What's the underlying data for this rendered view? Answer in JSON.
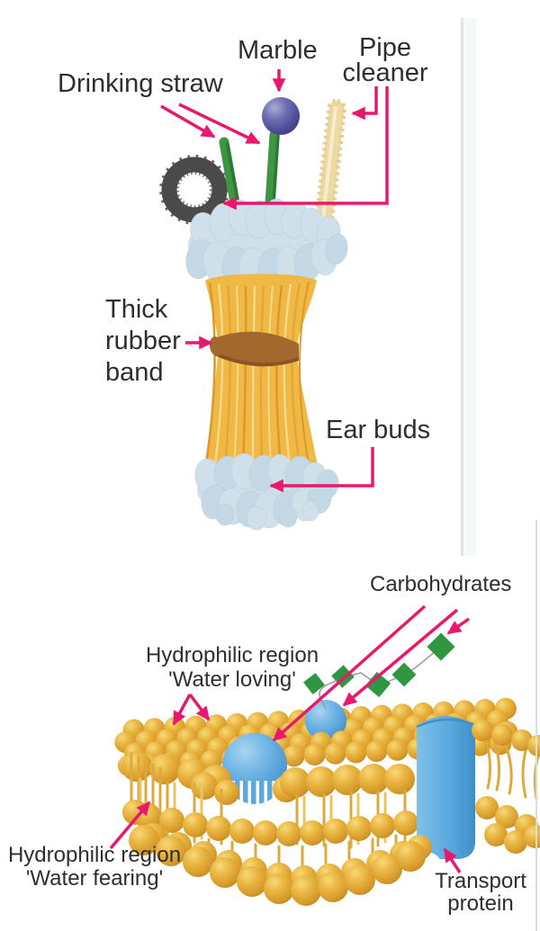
{
  "colors": {
    "accent_pink": "#e8186d",
    "label_text": "#2e2e2e",
    "divider": "#dbe6df",
    "straw_green": "#3f9642",
    "marble_blue": "#55519e",
    "pipe_cleaner_beige": "#ecd9a4",
    "ring_gray": "#4a4a4a",
    "cotton_blue": "#cfe0eb",
    "stick_gold": "#f0b845",
    "rubber_band_brown": "#a3682c",
    "lipid_head_gold": "#e7b440",
    "protein_blue": "#5aa8de",
    "carbohydrate_green": "#2f9641"
  },
  "model_panel": {
    "labels": {
      "marble": "Marble",
      "pipe_cleaner": {
        "line1": "Pipe",
        "line2": "cleaner"
      },
      "drinking_straw": "Drinking straw",
      "rubber_band": {
        "line1": "Thick",
        "line2": "rubber",
        "line3": "band"
      },
      "ear_buds": "Ear buds"
    }
  },
  "membrane_panel": {
    "labels": {
      "carbohydrates": "Carbohydrates",
      "hydrophilic_top": {
        "line1": "Hydrophilic region",
        "line2": "'Water loving'"
      },
      "hydrophilic_bottom": {
        "line1": "Hydrophilic region",
        "line2": "'Water fearing'"
      },
      "transport_protein": {
        "line1": "Transport",
        "line2": "protein"
      }
    }
  }
}
